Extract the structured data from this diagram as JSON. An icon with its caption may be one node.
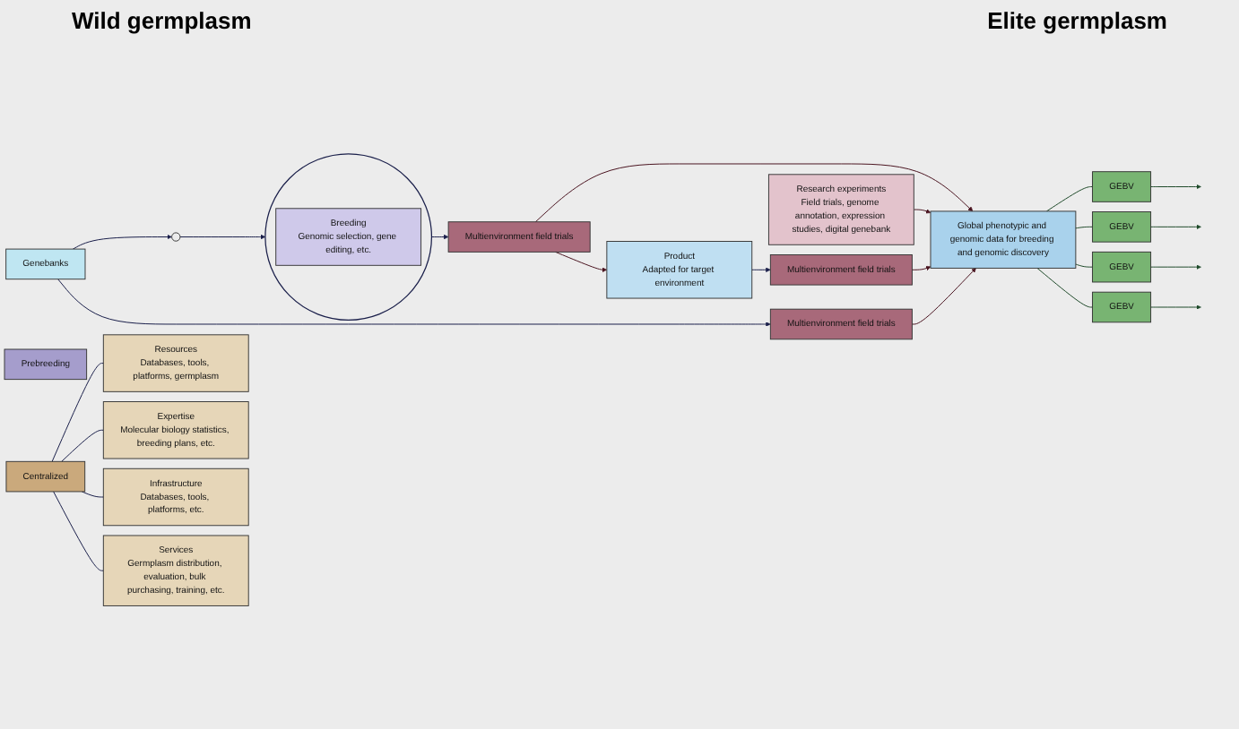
{
  "diagram": {
    "nodes": [
      {
        "text": [
          "Genebanks"
        ]
      },
      {
        "text": [
          "Prebreeding"
        ]
      },
      {
        "text": [],
        "shape": "circle"
      },
      {
        "text": [],
        "shape": "circle"
      },
      {
        "text": [
          "Breeding",
          "Genomic selection, gene editing, etc."
        ],
        "in": 3
      },
      {
        "text": [
          "Multienvironment field trials"
        ]
      },
      {
        "text": [
          "GEBV"
        ]
      },
      {
        "text": [
          "GEBV"
        ]
      },
      {
        "text": [
          "GEBV"
        ]
      },
      {
        "text": [
          "Research experiments",
          "Field trials, genome annotation, expression studies, digital genebank"
        ]
      },
      {
        "text": [
          "Global phenotypic and genomic data for breeding and genomic discovery"
        ]
      },
      {
        "text": [
          "Multienvironment field trials"
        ]
      },
      {
        "text": [
          "GEBV"
        ]
      },
      {
        "text": [
          "Product",
          "Adapted for target environment"
        ]
      },
      {
        "text": [
          "Centralized"
        ]
      },
      {
        "text": [
          "Resources",
          "Databases, tools, platforms, germplasm"
        ]
      },
      {
        "text": [
          "Expertise",
          "Molecular biology statistics, breeding plans, etc."
        ]
      },
      {
        "text": [
          "Infrastructure",
          "Databases, tools, platforms, etc."
        ]
      },
      {
        "text": [
          "Services",
          "Germplasm distribution, evaluation, bulk purchasing, training, etc."
        ]
      },
      {
        "text": [
          "Multienvironment field trials"
        ]
      }
    ],
    "edges": [
      {
        "from": 0,
        "to": 2,
        "arrow": "to"
      },
      {
        "from": 0,
        "to": 5,
        "arrow": "to"
      },
      {
        "from": 2,
        "to": 3,
        "arrow": "to"
      },
      {
        "from": 3,
        "to": 11,
        "arrow": "to"
      },
      {
        "from": 5,
        "to": 10,
        "arrow": "to",
        "color": "#4a1420"
      },
      {
        "from": 9,
        "to": 10,
        "arrow": "to",
        "color": "#4a1420"
      },
      {
        "from": 11,
        "to": 10,
        "arrow": "to",
        "color": "#4a1420"
      },
      {
        "from": 19,
        "to": 10,
        "arrow": "to",
        "color": "#4a1420"
      },
      {
        "from": 11,
        "to": 13,
        "arrow": "to",
        "color": "#4a1420"
      },
      {
        "from": 13,
        "to": 19,
        "arrow": "to"
      },
      {
        "from": 10,
        "to": 6,
        "arrow": "none",
        "color": "#1f4a2a"
      },
      {
        "from": 6,
        "to": null,
        "arrow": "to",
        "color": "#1f4a2a"
      },
      {
        "from": 10,
        "to": 7,
        "arrow": "none",
        "color": "#1f4a2a"
      },
      {
        "from": 7,
        "to": null,
        "arrow": "to",
        "color": "#1f4a2a"
      },
      {
        "from": 10,
        "to": 8,
        "arrow": "none",
        "color": "#1f4a2a"
      },
      {
        "from": 8,
        "to": null,
        "arrow": "to",
        "color": "#1f4a2a"
      },
      {
        "from": 10,
        "to": 12,
        "arrow": "none",
        "color": "#1f4a2a"
      },
      {
        "from": 12,
        "to": null,
        "arrow": "to",
        "color": "#1f4a2a"
      },
      {
        "from": 14,
        "to": 15,
        "arrow": "none"
      },
      {
        "from": 14,
        "to": 16,
        "arrow": "none"
      },
      {
        "from": 14,
        "to": 17,
        "arrow": "none"
      },
      {
        "from": 14,
        "to": 18,
        "arrow": "none"
      }
    ],
    "labels": [
      "Wild germplasm",
      "Elite germplasm"
    ]
  }
}
